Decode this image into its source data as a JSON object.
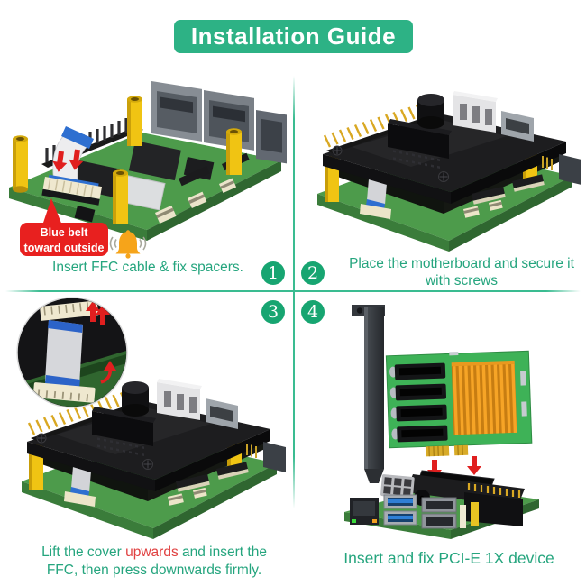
{
  "title": "Installation Guide",
  "callout": {
    "line1": "Blue belt",
    "line2": "toward outside"
  },
  "steps": [
    {
      "number": "1",
      "caption": "Insert FFC cable & fix spacers."
    },
    {
      "number": "2",
      "caption_line1": "Place the motherboard and secure it",
      "caption_line2": "with screws"
    },
    {
      "number": "3",
      "caption_line1_prefix": "Lift the cover ",
      "caption_line1_highlight": "upwards",
      "caption_line1_suffix": " and insert the",
      "caption_line2": "FFC, then press downwards firmly."
    },
    {
      "number": "4",
      "caption": "Insert and fix PCI-E 1X  device"
    }
  ],
  "icons": {
    "bell": "🔔",
    "arrow_down": "↓",
    "arrow_up": "↑",
    "curved_arrow": "⤴"
  },
  "colors": {
    "banner_green": "#2db285",
    "step_circle_green": "#17a571",
    "divider_green": "#3abc91",
    "caption_green": "#25a57e",
    "alert_red": "#e8201f",
    "highlight_red": "#e04040",
    "bell_orange": "#f6a41a",
    "pcb_green": "#4d9b4b",
    "card_green": "#3eb257",
    "standoff_yellow": "#f0c413",
    "heatsink_orange": "#f6a426",
    "ffc_blue": "#2e6fd0"
  }
}
